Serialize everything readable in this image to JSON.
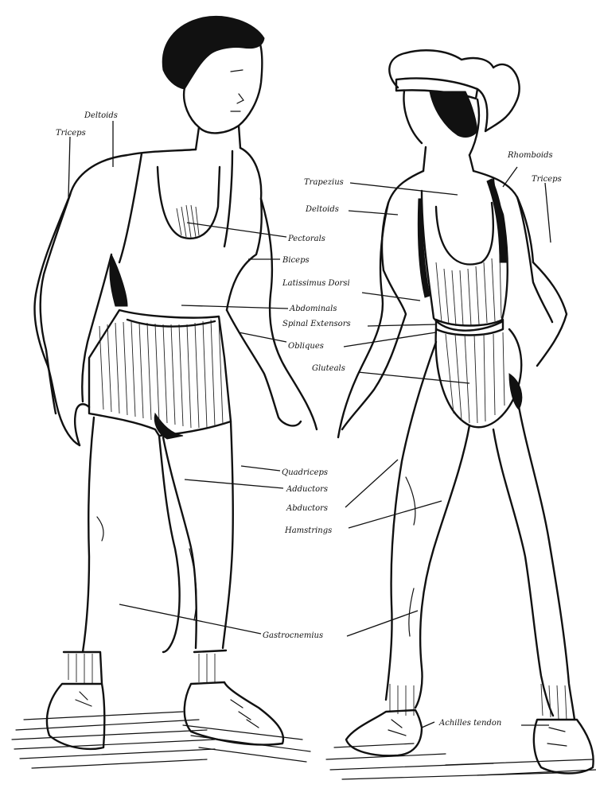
{
  "labels": {
    "deltoids_front": "Deltoids",
    "triceps_front": "Triceps",
    "pectorals": "Pectorals",
    "biceps": "Biceps",
    "latissimus": "Latissimus Dorsi",
    "abdominals": "Abdominals",
    "spinal_extensors": "Spinal Extensors",
    "obliques": "Obliques",
    "gluteals": "Gluteals",
    "rhomboids": "Rhomboids",
    "triceps_back": "Triceps",
    "trapezius": "Trapezius",
    "deltoids_back": "Deltoids",
    "quadriceps": "Quadriceps",
    "adductors": "Adductors",
    "abductors": "Abductors",
    "hamstrings": "Hamstrings",
    "gastrocnemius": "Gastrocnemius",
    "achilles": "Achilles tendon"
  }
}
